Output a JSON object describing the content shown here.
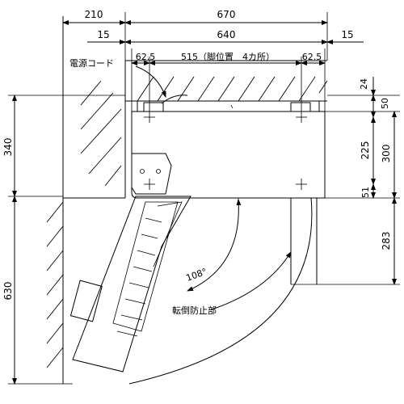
{
  "dimensions": {
    "top_left": "210",
    "top_width": "670",
    "wall_left": "15",
    "inner_width": "640",
    "wall_right": "15",
    "foot_left": "62.5",
    "foot_span": "515（脚位置　4カ所）",
    "foot_right": "62.5",
    "right_24": "24",
    "right_50": "50",
    "right_225": "225",
    "right_300": "300",
    "right_51": "51",
    "right_283": "283",
    "left_340": "340",
    "left_630": "630",
    "angle": "108°"
  },
  "labels": {
    "power_cord": "電源コード",
    "tip_prevention": "転倒防止部"
  }
}
